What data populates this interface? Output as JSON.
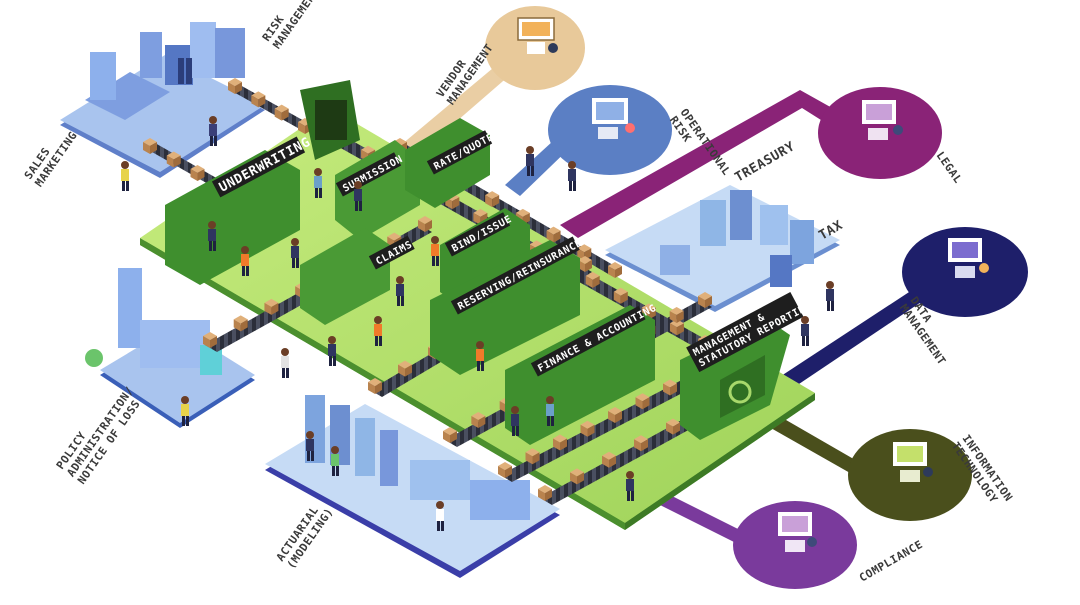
{
  "labels": {
    "risk_management": [
      "RISK",
      "MANAGEMENT"
    ],
    "vendor_management": [
      "VENDOR",
      "MANAGEMENT"
    ],
    "operational_risk": [
      "OPERATIONAL",
      "RISK"
    ],
    "legal": "LEGAL",
    "sales_marketing": [
      "SALES",
      "MARKETING"
    ],
    "treasury": "TREASURY",
    "tax": "TAX",
    "data_management": [
      "DATA",
      "MANAGEMENT"
    ],
    "policy_admin": [
      "POLICY",
      "ADMINISTRATION/",
      "NOTICE OF LOSS"
    ],
    "information_technology": [
      "INFORMATION",
      "TECHNOLOGY"
    ],
    "actuarial": [
      "ACTUARIAL",
      "(MODELING)"
    ],
    "compliance": "COMPLIANCE"
  },
  "signs": {
    "underwriting": "UNDERWRITING",
    "submission": "SUBMISSION",
    "rate_quote": "RATE/QUOTE",
    "claims": "CLAIMS",
    "bind_issue": "BIND/ISSUE",
    "reserving": "RESERVING/REINSURANCE",
    "finance": "FINANCE & ACCOUNTING",
    "management": [
      "MANAGEMENT &",
      "STATUTORY REPORTING"
    ]
  },
  "colors": {
    "floor_light": "#b5e36b",
    "floor_dark": "#5aa83a",
    "machine_green": "#3f8f2e",
    "vendor": "#e8c99a",
    "operational": "#5b7fc4",
    "legal": "#8a2377",
    "data": "#1e1f6a",
    "it": "#4a4f1c",
    "compliance": "#7a3a9c",
    "treasury_blue": "#8fb6e6",
    "actuarial_blue": "#7da4de"
  }
}
